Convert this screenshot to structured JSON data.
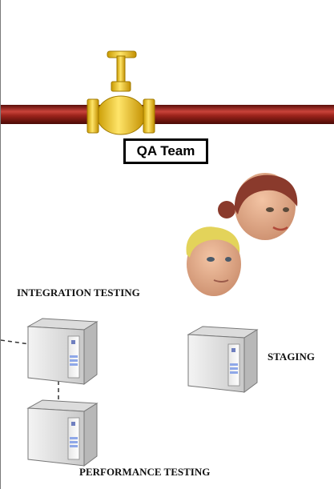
{
  "labels": {
    "team": "QA Team",
    "integration": "INTEGRATION TESTING",
    "staging": "STAGING",
    "performance": "PERFORMANCE TESTING"
  },
  "icons": {
    "valve": "pipe-valve-icon",
    "people": "tester-face-icon",
    "server": "server-tower-icon"
  },
  "colors": {
    "pipe": "#8b1a14",
    "valve": "#e8c21a",
    "server_panel": "#8fa8e8"
  }
}
